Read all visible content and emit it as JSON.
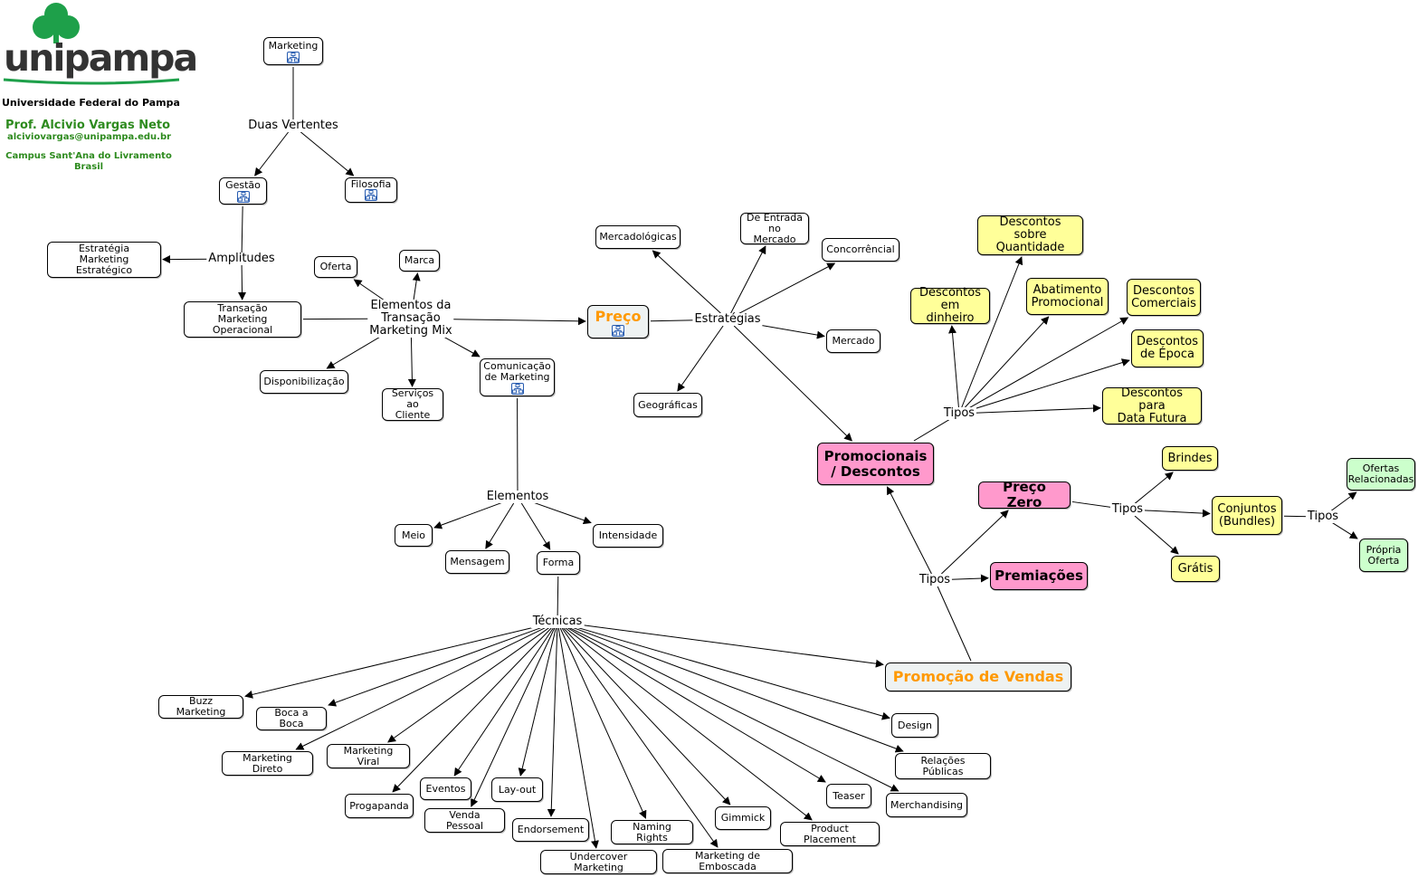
{
  "header": {
    "logo_word": "unipampa",
    "university": "Universidade Federal do Pampa",
    "professor": "Prof. Alcivio Vargas Neto",
    "email": "alciviovargas@unipampa.edu.br",
    "campus": "Campus Sant'Ana do Livramento\nBrasil"
  },
  "colors": {
    "logo_green": "#1ea04a",
    "text_green": "#2e8b1f",
    "concept_yellow": "#ffff99",
    "concept_pink": "#ff99cc",
    "concept_green": "#ccffcc",
    "main_orange": "#ff9900",
    "main_fill": "#eef2f2"
  },
  "concepts": [
    {
      "id": "marketing",
      "text": "Marketing",
      "style": "white",
      "sub": true
    },
    {
      "id": "gestao",
      "text": "Gestão",
      "style": "white",
      "sub": true
    },
    {
      "id": "filosofia",
      "text": "Filosofia",
      "style": "white",
      "sub": true
    },
    {
      "id": "estrategia",
      "text": "Estratégia\nMarketing Estratégico",
      "style": "white"
    },
    {
      "id": "transacao",
      "text": "Transação\nMarketing Operacional",
      "style": "white"
    },
    {
      "id": "oferta",
      "text": "Oferta",
      "style": "white"
    },
    {
      "id": "marca",
      "text": "Marca",
      "style": "white"
    },
    {
      "id": "disponibilizacao",
      "text": "Disponibilização",
      "style": "white"
    },
    {
      "id": "servicos",
      "text": "Serviços\nao Cliente",
      "style": "white"
    },
    {
      "id": "comunicacao",
      "text": "Comunicação\nde Marketing",
      "style": "white",
      "sub": true
    },
    {
      "id": "preco",
      "text": "Preço",
      "style": "grey",
      "sub": true
    },
    {
      "id": "mercadologicas",
      "text": "Mercadológicas",
      "style": "white"
    },
    {
      "id": "deentrada",
      "text": "De Entrada\nno Mercado",
      "style": "white"
    },
    {
      "id": "concorrencial",
      "text": "Concorrêncial",
      "style": "white"
    },
    {
      "id": "mercado",
      "text": "Mercado",
      "style": "white"
    },
    {
      "id": "geograficas",
      "text": "Geográficas",
      "style": "white"
    },
    {
      "id": "promocionais",
      "text": "Promocionais\n/ Descontos",
      "style": "pink"
    },
    {
      "id": "desc_quant",
      "text": "Descontos sobre\nQuantidade",
      "style": "yellow"
    },
    {
      "id": "desc_dinheiro",
      "text": "Descontos\nem dinheiro",
      "style": "yellow"
    },
    {
      "id": "abatimento",
      "text": "Abatimento\nPromocional",
      "style": "yellow"
    },
    {
      "id": "desc_comerciais",
      "text": "Descontos\nComerciais",
      "style": "yellow"
    },
    {
      "id": "desc_epoca",
      "text": "Descontos\nde Época",
      "style": "yellow"
    },
    {
      "id": "desc_futura",
      "text": "Descontos para\nData Futura",
      "style": "yellow"
    },
    {
      "id": "preco_zero",
      "text": "Preço Zero",
      "style": "pink"
    },
    {
      "id": "premiacoes",
      "text": "Premiações",
      "style": "pink"
    },
    {
      "id": "brindes",
      "text": "Brindes",
      "style": "yellow"
    },
    {
      "id": "conjuntos",
      "text": "Conjuntos\n(Bundles)",
      "style": "yellow"
    },
    {
      "id": "gratis",
      "text": "Grátis",
      "style": "yellow"
    },
    {
      "id": "ofertas_rel",
      "text": "Ofertas\nRelacionadas",
      "style": "green"
    },
    {
      "id": "propria",
      "text": "Própria\nOferta",
      "style": "green"
    },
    {
      "id": "promocao_vendas",
      "text": "Promoção de Vendas",
      "style": "grey"
    },
    {
      "id": "meio",
      "text": "Meio",
      "style": "white"
    },
    {
      "id": "mensagem",
      "text": "Mensagem",
      "style": "white"
    },
    {
      "id": "forma",
      "text": "Forma",
      "style": "white"
    },
    {
      "id": "intensidade",
      "text": "Intensidade",
      "style": "white"
    },
    {
      "id": "buzz",
      "text": "Buzz Marketing",
      "style": "white"
    },
    {
      "id": "boca",
      "text": "Boca a Boca",
      "style": "white"
    },
    {
      "id": "direto",
      "text": "Marketing Direto",
      "style": "white"
    },
    {
      "id": "viral",
      "text": "Marketing Viral",
      "style": "white"
    },
    {
      "id": "progapanda",
      "text": "Progapanda",
      "style": "white"
    },
    {
      "id": "eventos",
      "text": "Eventos",
      "style": "white"
    },
    {
      "id": "venda_pessoal",
      "text": "Venda Pessoal",
      "style": "white"
    },
    {
      "id": "layout",
      "text": "Lay-out",
      "style": "white"
    },
    {
      "id": "endorsement",
      "text": "Endorsement",
      "style": "white"
    },
    {
      "id": "undercover",
      "text": "Undercover Marketing",
      "style": "white"
    },
    {
      "id": "naming",
      "text": "Naming Rights",
      "style": "white"
    },
    {
      "id": "emboscada",
      "text": "Marketing de Emboscada",
      "style": "white"
    },
    {
      "id": "gimmick",
      "text": "Gimmick",
      "style": "white"
    },
    {
      "id": "product_placement",
      "text": "Product Placement",
      "style": "white"
    },
    {
      "id": "teaser",
      "text": "Teaser",
      "style": "white"
    },
    {
      "id": "merchandising",
      "text": "Merchandising",
      "style": "white"
    },
    {
      "id": "relacoes",
      "text": "Relações Públicas",
      "style": "white"
    },
    {
      "id": "design",
      "text": "Design",
      "style": "white"
    }
  ],
  "linking_phrases": [
    {
      "id": "duas_vertentes",
      "text": "Duas Vertentes"
    },
    {
      "id": "amplitudes",
      "text": "Amplitudes"
    },
    {
      "id": "elementos_transacao",
      "text": "Elementos da\nTransação\nMarketing Mix"
    },
    {
      "id": "estrategias",
      "text": "Estratégias"
    },
    {
      "id": "tipos_desc",
      "text": "Tipos"
    },
    {
      "id": "tipos_promo",
      "text": "Tipos"
    },
    {
      "id": "tipos_zero",
      "text": "Tipos"
    },
    {
      "id": "tipos_conj",
      "text": "Tipos"
    },
    {
      "id": "elementos",
      "text": "Elementos"
    },
    {
      "id": "tecnicas",
      "text": "Técnicas"
    }
  ],
  "connections": [
    [
      "marketing",
      "duas_vertentes"
    ],
    [
      "duas_vertentes",
      "gestao"
    ],
    [
      "duas_vertentes",
      "filosofia"
    ],
    [
      "gestao",
      "amplitudes"
    ],
    [
      "amplitudes",
      "estrategia"
    ],
    [
      "amplitudes",
      "transacao"
    ],
    [
      "transacao",
      "elementos_transacao"
    ],
    [
      "elementos_transacao",
      "oferta"
    ],
    [
      "elementos_transacao",
      "marca"
    ],
    [
      "elementos_transacao",
      "preco"
    ],
    [
      "elementos_transacao",
      "disponibilizacao"
    ],
    [
      "elementos_transacao",
      "servicos"
    ],
    [
      "elementos_transacao",
      "comunicacao"
    ],
    [
      "preco",
      "estrategias"
    ],
    [
      "estrategias",
      "mercadologicas"
    ],
    [
      "estrategias",
      "deentrada"
    ],
    [
      "estrategias",
      "concorrencial"
    ],
    [
      "estrategias",
      "mercado"
    ],
    [
      "estrategias",
      "geograficas"
    ],
    [
      "estrategias",
      "promocionais"
    ],
    [
      "promocionais",
      "tipos_desc"
    ],
    [
      "tipos_desc",
      "desc_quant"
    ],
    [
      "tipos_desc",
      "desc_dinheiro"
    ],
    [
      "tipos_desc",
      "abatimento"
    ],
    [
      "tipos_desc",
      "desc_comerciais"
    ],
    [
      "tipos_desc",
      "desc_epoca"
    ],
    [
      "tipos_desc",
      "desc_futura"
    ],
    [
      "promocao_vendas",
      "tipos_promo"
    ],
    [
      "tipos_promo",
      "promocionais"
    ],
    [
      "tipos_promo",
      "preco_zero"
    ],
    [
      "tipos_promo",
      "premiacoes"
    ],
    [
      "preco_zero",
      "tipos_zero"
    ],
    [
      "tipos_zero",
      "brindes"
    ],
    [
      "tipos_zero",
      "conjuntos"
    ],
    [
      "tipos_zero",
      "gratis"
    ],
    [
      "conjuntos",
      "tipos_conj"
    ],
    [
      "tipos_conj",
      "ofertas_rel"
    ],
    [
      "tipos_conj",
      "propria"
    ],
    [
      "comunicacao",
      "elementos"
    ],
    [
      "elementos",
      "meio"
    ],
    [
      "elementos",
      "mensagem"
    ],
    [
      "elementos",
      "forma"
    ],
    [
      "elementos",
      "intensidade"
    ],
    [
      "forma",
      "tecnicas"
    ],
    [
      "tecnicas",
      "promocao_vendas"
    ],
    [
      "tecnicas",
      "buzz"
    ],
    [
      "tecnicas",
      "boca"
    ],
    [
      "tecnicas",
      "direto"
    ],
    [
      "tecnicas",
      "viral"
    ],
    [
      "tecnicas",
      "progapanda"
    ],
    [
      "tecnicas",
      "eventos"
    ],
    [
      "tecnicas",
      "venda_pessoal"
    ],
    [
      "tecnicas",
      "layout"
    ],
    [
      "tecnicas",
      "endorsement"
    ],
    [
      "tecnicas",
      "undercover"
    ],
    [
      "tecnicas",
      "naming"
    ],
    [
      "tecnicas",
      "emboscada"
    ],
    [
      "tecnicas",
      "gimmick"
    ],
    [
      "tecnicas",
      "product_placement"
    ],
    [
      "tecnicas",
      "teaser"
    ],
    [
      "tecnicas",
      "merchandising"
    ],
    [
      "tecnicas",
      "relacoes"
    ],
    [
      "tecnicas",
      "design"
    ]
  ]
}
